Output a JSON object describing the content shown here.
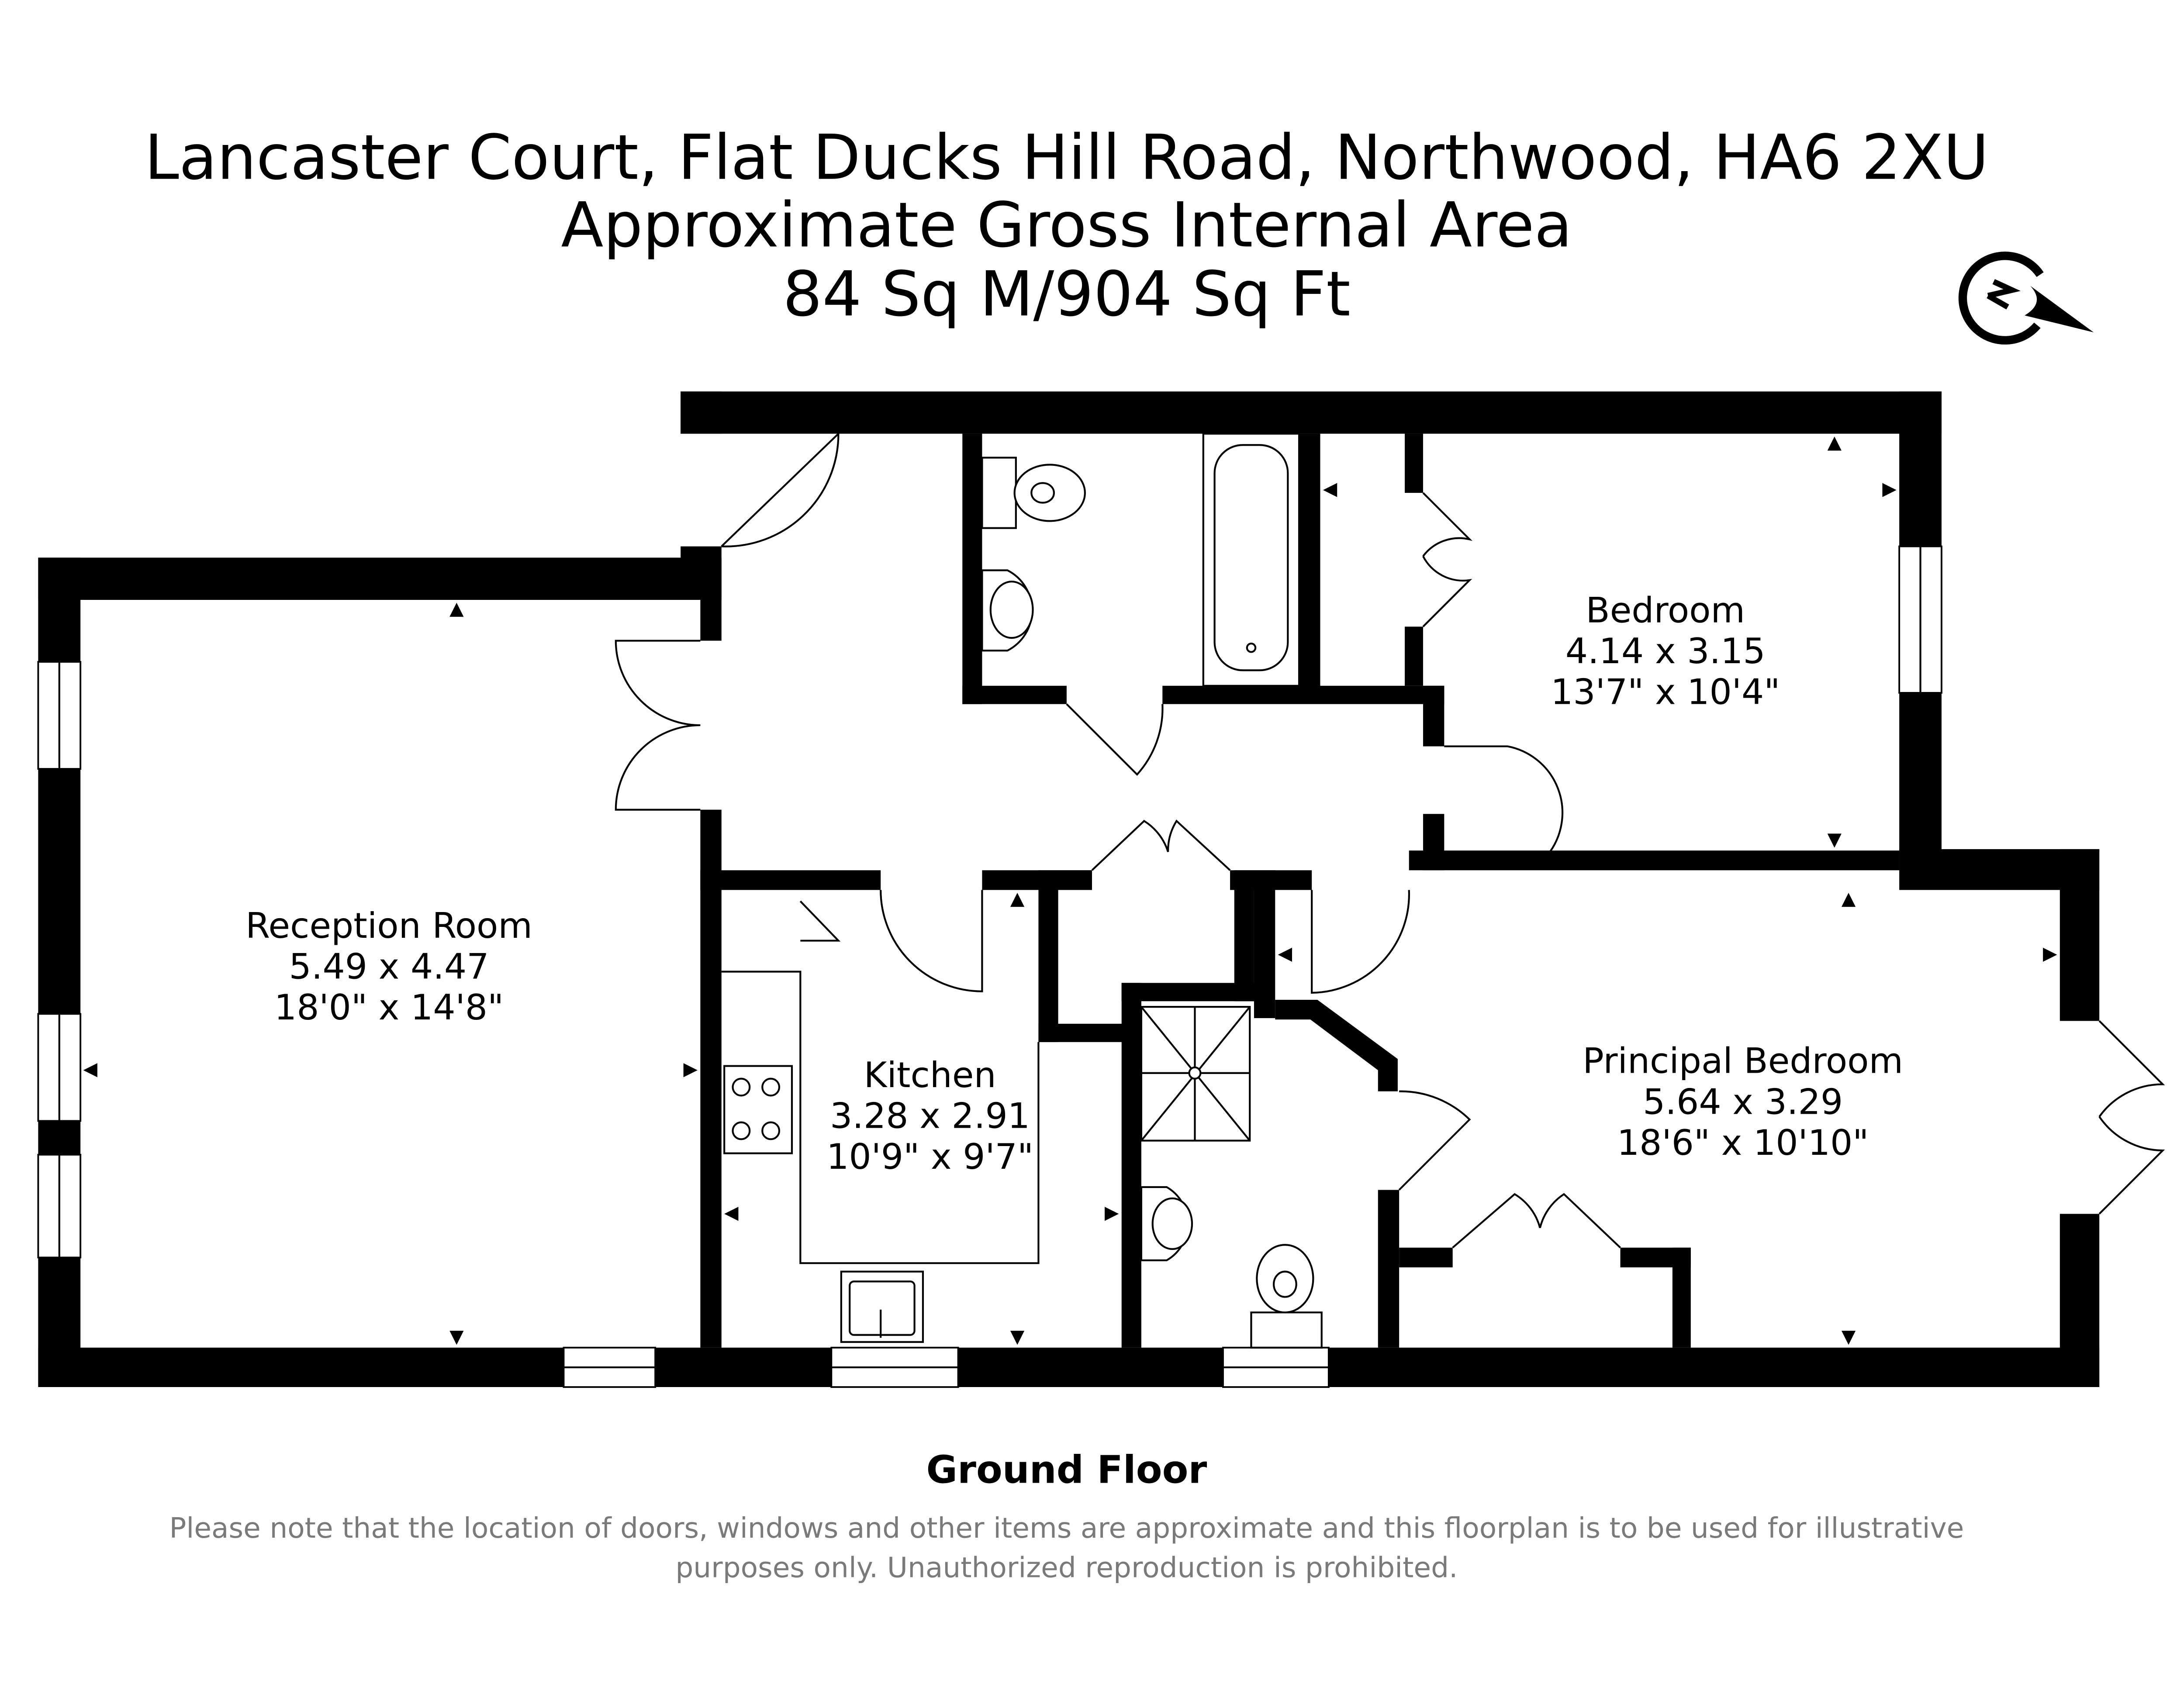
{
  "header": {
    "address": "Lancaster Court, Flat Ducks Hill Road, Northwood, HA6 2XU",
    "area_label": "Approximate Gross Internal Area",
    "area_value": "84 Sq M/904 Sq Ft"
  },
  "compass": {
    "letter": "N"
  },
  "rooms": [
    {
      "name": "Reception Room",
      "metric": "5.49 x 4.47",
      "imperial": "18'0\" x 14'8\""
    },
    {
      "name": "Bedroom",
      "metric": "4.14 x 3.15",
      "imperial": "13'7\" x 10'4\""
    },
    {
      "name": "Kitchen",
      "metric": "3.28 x 2.91",
      "imperial": "10'9\" x 9'7\""
    },
    {
      "name": "Principal Bedroom",
      "metric": "5.64 x 3.29",
      "imperial": "18'6\" x 10'10\""
    }
  ],
  "floor_label": "Ground Floor",
  "disclaimer": {
    "line1": "Please note that the location of doors, windows and other items are approximate and this floorplan is to be used for illustrative",
    "line2": "purposes only. Unauthorized reproduction is prohibited."
  }
}
